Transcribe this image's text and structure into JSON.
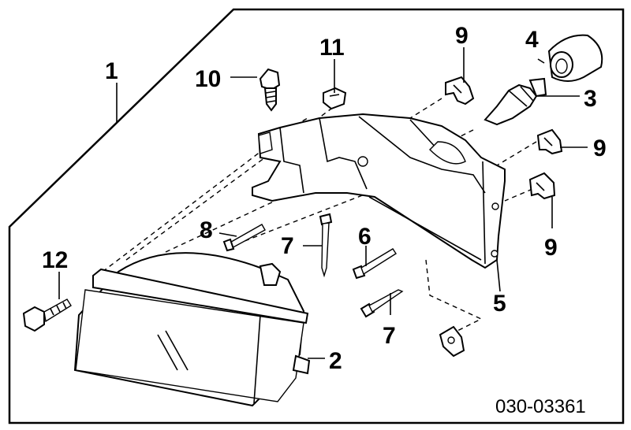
{
  "diagram": {
    "callouts": {
      "c1": "1",
      "c2": "2",
      "c3": "3",
      "c4": "4",
      "c5": "5",
      "c6": "6",
      "c7a": "7",
      "c7b": "7",
      "c8": "8",
      "c9a": "9",
      "c9b": "9",
      "c9c": "9",
      "c10": "10",
      "c11": "11",
      "c12": "12"
    },
    "diagram_code": "030-03361"
  }
}
